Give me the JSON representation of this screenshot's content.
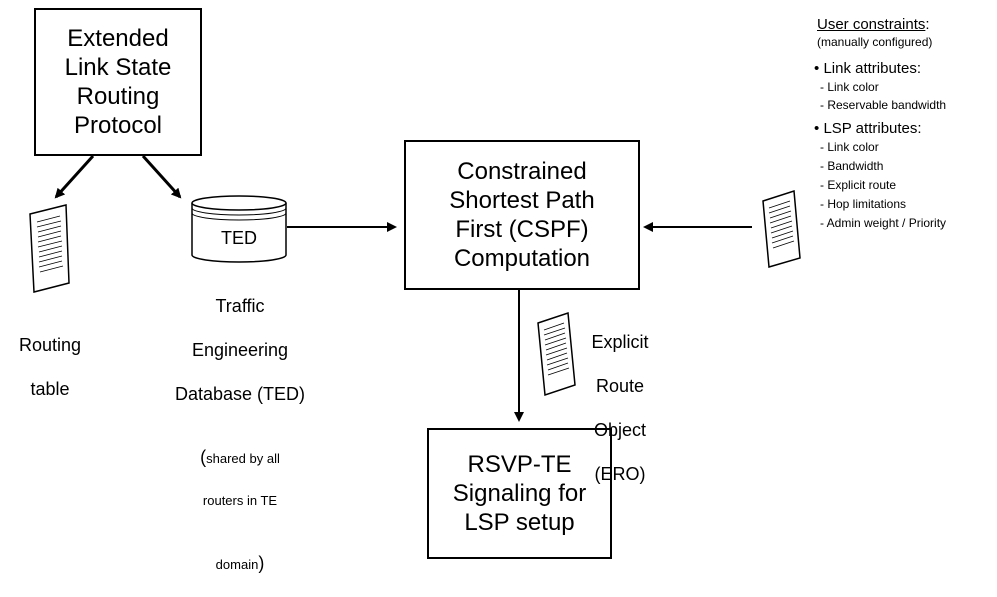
{
  "boxes": {
    "protocol": "Extended\nLink State\nRouting\nProtocol",
    "cspf": "Constrained\nShortest Path\nFirst (CSPF)\nComputation",
    "rsvp": "RSVP-TE\nSignaling for\nLSP setup"
  },
  "ted": {
    "cylinder_label": "TED",
    "caption_line1": "Traffic",
    "caption_line2": "Engineering",
    "caption_line3": "Database (TED)",
    "paren_open": "(",
    "shared_line1": "shared by all",
    "shared_line2": "routers in TE",
    "shared_line3": "domain",
    "paren_close": ")"
  },
  "routing_table": {
    "line1": "Routing",
    "line2": "table"
  },
  "ero": {
    "line1": "Explicit",
    "line2": "Route",
    "line3": "Object",
    "line4": "(ERO)"
  },
  "constraints": {
    "title": "User constraints",
    "title_suffix": ":",
    "subtitle": "(manually configured)",
    "groups": [
      {
        "bullet": "•",
        "heading": "Link attributes:",
        "items": [
          "- Link color",
          "- Reservable bandwidth"
        ]
      },
      {
        "bullet": "•",
        "heading": "LSP attributes:",
        "items": [
          "- Link color",
          "- Bandwidth",
          "- Explicit route",
          "- Hop limitations",
          "- Admin weight / Priority"
        ]
      }
    ]
  }
}
